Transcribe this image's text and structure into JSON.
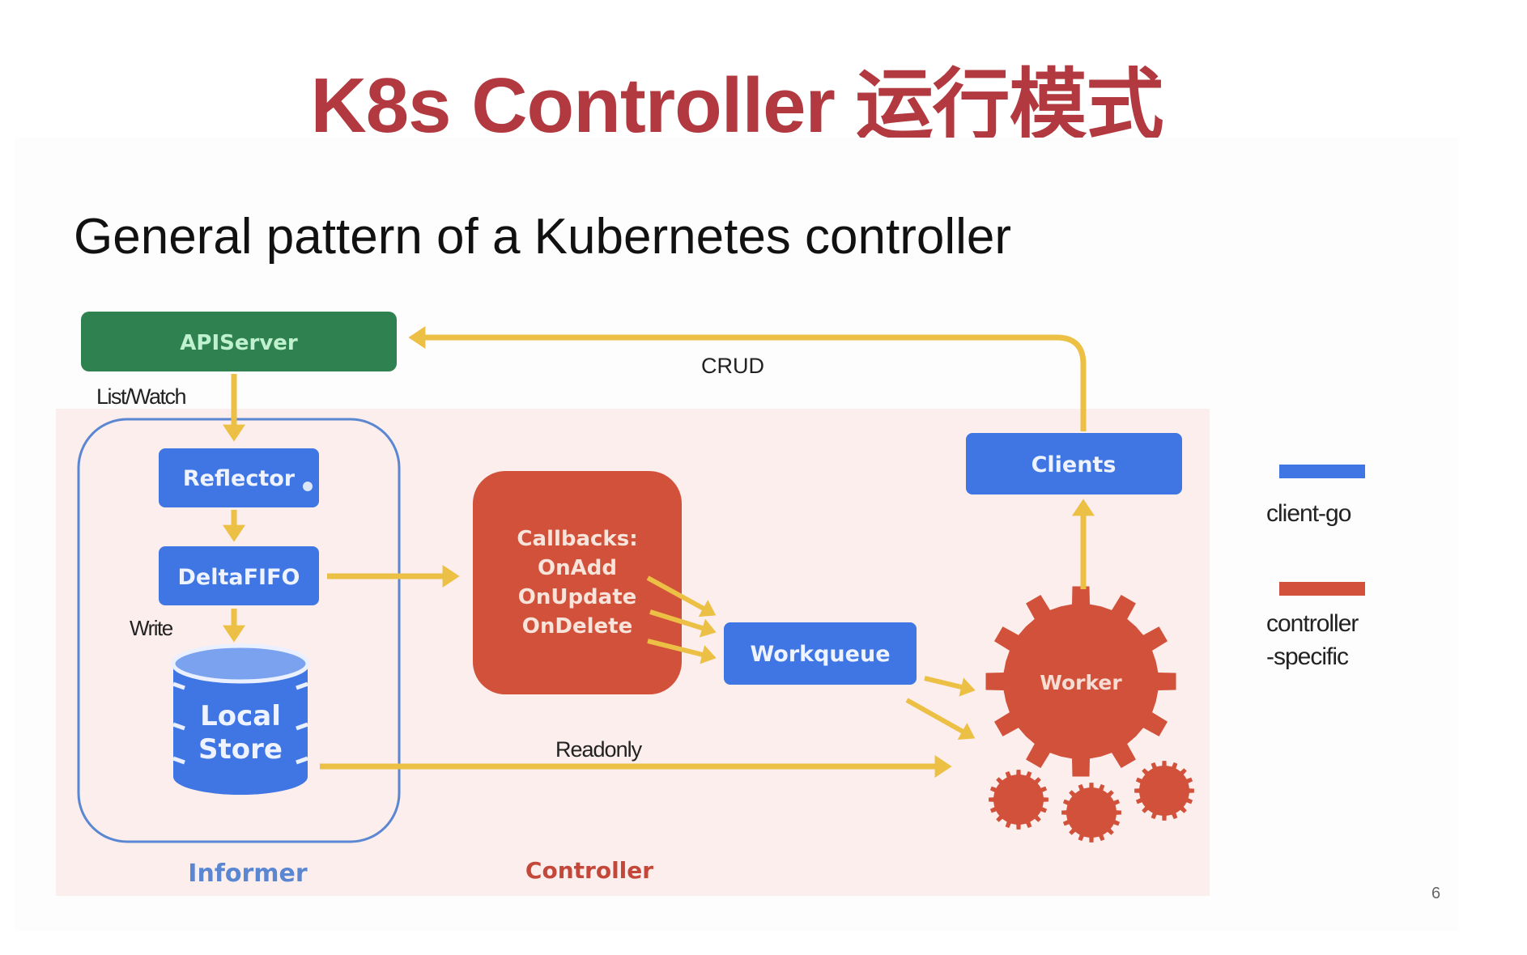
{
  "title": "K8s Controller 运行模式",
  "subtitle": "General pattern of a Kubernetes controller",
  "page_number": "6",
  "colors": {
    "title": "#b2393f",
    "client_go": "#3f76e4",
    "controller_specific": "#d2513a",
    "apiserver": "#2f8150",
    "arrow": "#ecbf45",
    "controller_bg": "#fbeeec",
    "informer_border": "#5b86d2"
  },
  "nodes": {
    "apiserver": "APIServer",
    "reflector": "Reflector",
    "deltafifo": "DeltaFIFO",
    "local_store": [
      "Local",
      "Store"
    ],
    "callbacks": [
      "Callbacks:",
      "OnAdd",
      "OnUpdate",
      "OnDelete"
    ],
    "workqueue": "Workqueue",
    "clients": "Clients",
    "worker": "Worker"
  },
  "edge_labels": {
    "list_watch": "List/Watch",
    "crud": "CRUD",
    "write": "Write",
    "readonly": "Readonly"
  },
  "groups": {
    "informer": "Informer",
    "controller": "Controller"
  },
  "legend": [
    {
      "label": "client-go",
      "color": "#3f76e4"
    },
    {
      "label_lines": [
        "controller",
        "-specific"
      ],
      "color": "#d2513a"
    }
  ]
}
